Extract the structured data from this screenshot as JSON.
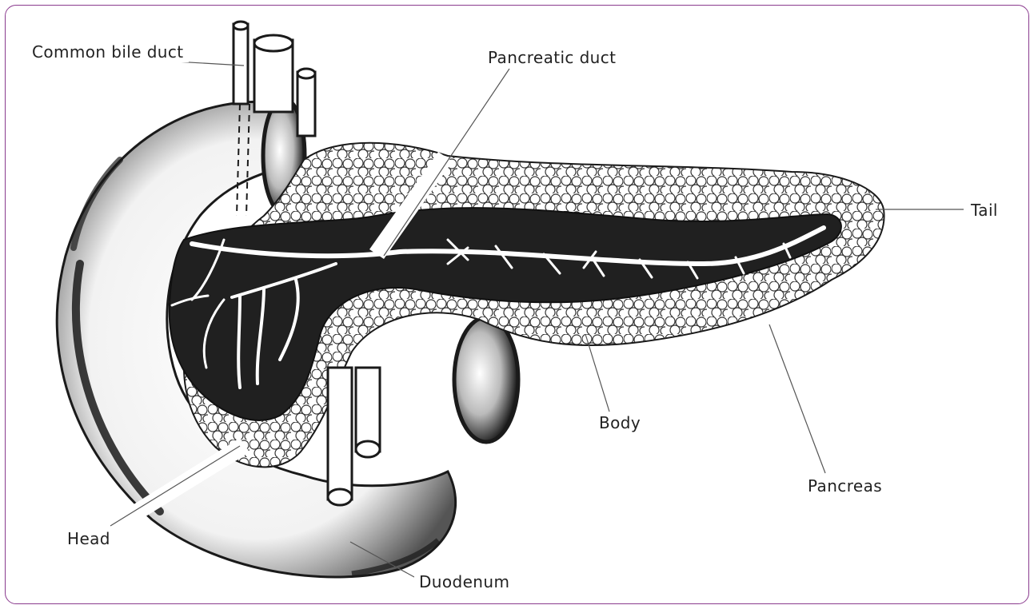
{
  "labels": {
    "common_bile_duct": "Common bile duct",
    "pancreatic_duct": "Pancreatic duct",
    "tail": "Tail",
    "body": "Body",
    "pancreas": "Pancreas",
    "head": "Head",
    "duodenum": "Duodenum"
  },
  "colors": {
    "frame_border": "#8a3a8e",
    "ink": "#1a1a1a",
    "leader": "#555555",
    "label_text": "#222222"
  }
}
